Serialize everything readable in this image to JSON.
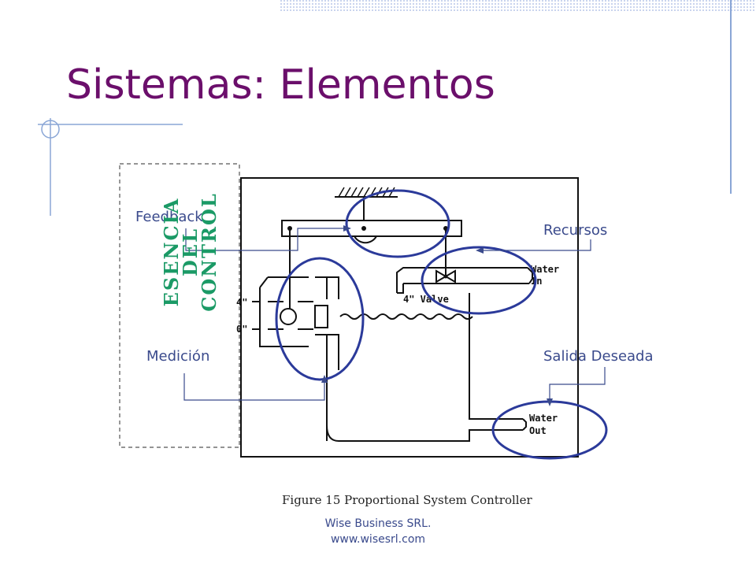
{
  "slide": {
    "title": "Sistemas: Elementos",
    "footer_line1": "Wise Business SRL.",
    "footer_line2": "www.wisesrl.com"
  },
  "callouts": {
    "feedback": "Feedback",
    "recursos": "Recursos",
    "medicion": "Medición",
    "salida": "Salida Deseada"
  },
  "vertical_label": {
    "line1": "ESENCIA DEL",
    "line2": "CONTROL"
  },
  "figure": {
    "caption": "Figure 15   Proportional System Controller",
    "label_water_in_1": "Water",
    "label_water_in_2": "In",
    "label_valve": "4\" Valve",
    "label_water_out_1": "Water",
    "label_water_out_2": "Out",
    "label_4in": "4\"",
    "label_0in": "0\""
  },
  "colors": {
    "title": "#6b0f6b",
    "callout": "#3a4a8c",
    "ellipse": "#2b3a9a",
    "vertical_label": "#1b9a66",
    "decor": "#8aa6d6"
  }
}
